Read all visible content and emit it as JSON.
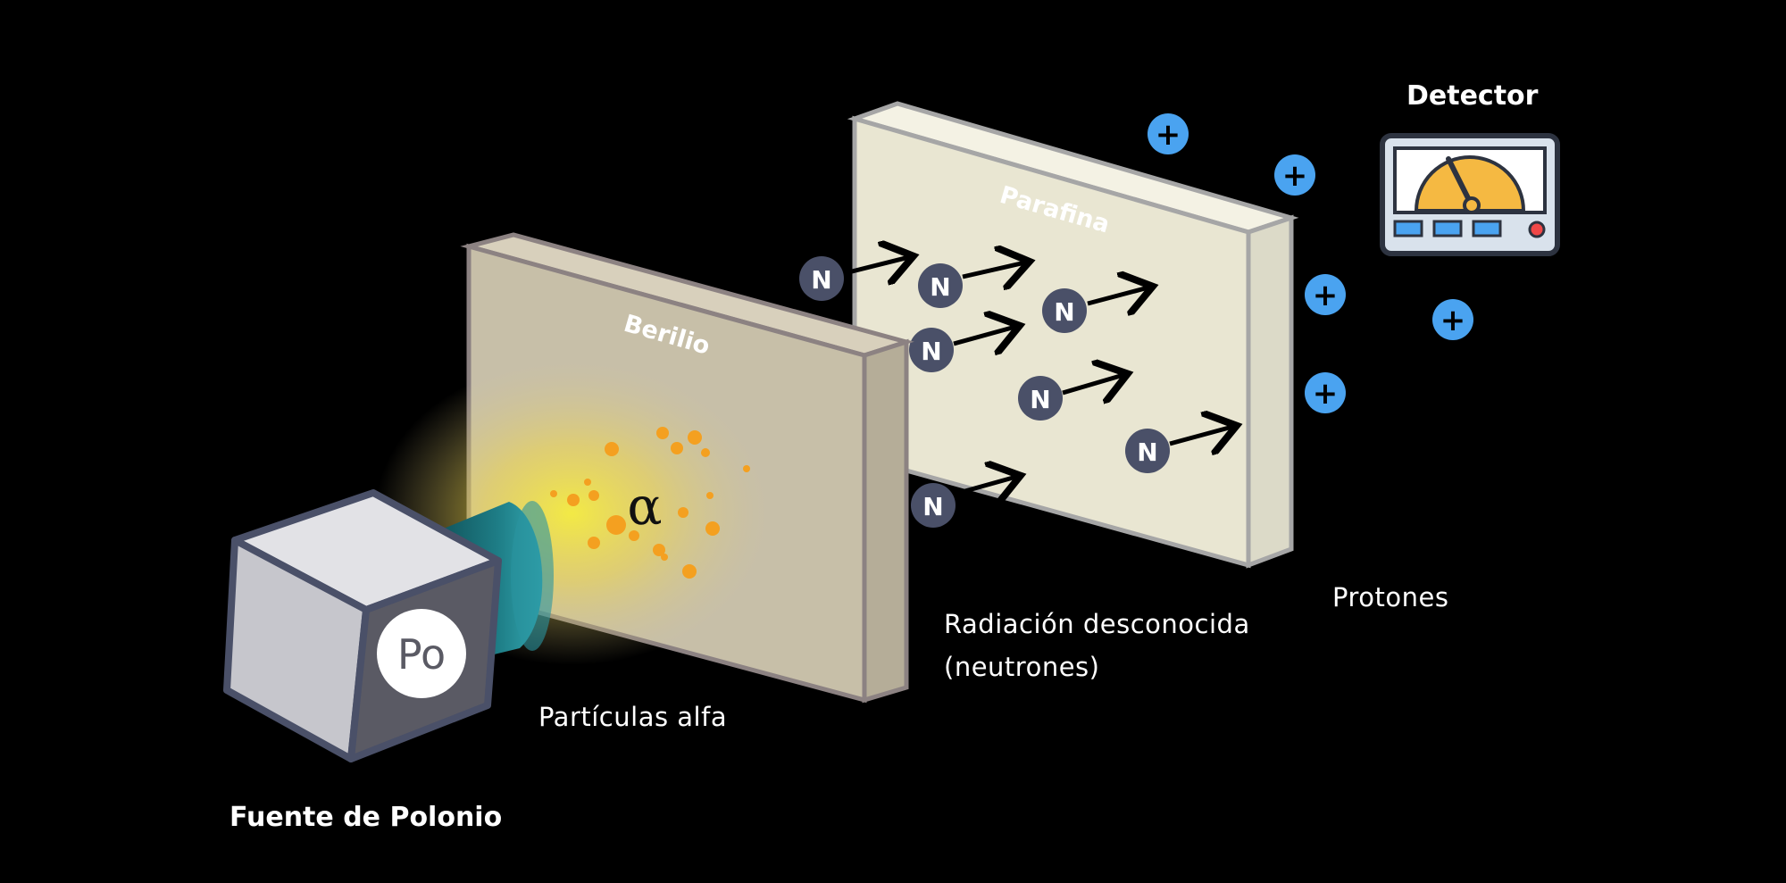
{
  "labels": {
    "detector": "Detector",
    "paraffin": "Parafina",
    "beryllium": "Berilio",
    "alpha_particles": "Partículas alfa",
    "unknown_radiation_line1": "Radiación desconocida",
    "unknown_radiation_line2": "(neutrones)",
    "protons": "Protones",
    "polonium_source": "Fuente de Polonio"
  },
  "symbols": {
    "polonium": "Po",
    "alpha": "α",
    "neutron": "N",
    "proton": "+"
  },
  "colors": {
    "background": "#000000",
    "beryllium_plate": "#c7bfa8",
    "paraffin_plate": "#e9e6d2",
    "neutron": "#4a5068",
    "proton": "#4aa3f0",
    "alpha_particle": "#f4a020",
    "source_cube": "#d2d2d8",
    "source_tube": "#1e7d86",
    "detector_gauge": "#f5b942"
  }
}
